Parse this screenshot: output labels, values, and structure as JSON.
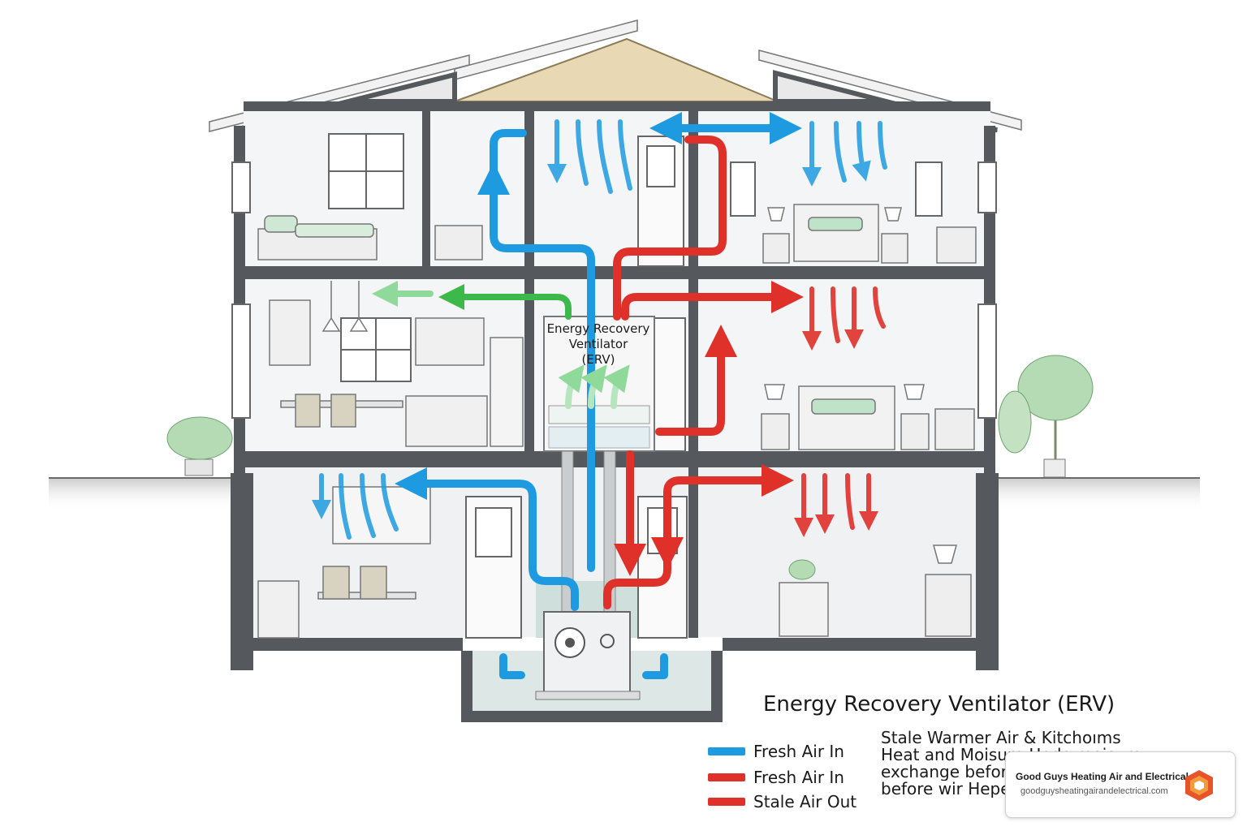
{
  "diagram": {
    "erv_unit_label": [
      "Energy Recovery",
      "Ventilator",
      "(ERV)"
    ]
  },
  "legend": {
    "title": "Energy Recovery Ventilator (ERV)",
    "items": [
      {
        "label": "Fresh Air In",
        "color": "#1e9be0"
      },
      {
        "label": "Fresh Air In",
        "color": "#e0302a"
      },
      {
        "label": "Stale Air Out",
        "color": "#e0302a"
      }
    ],
    "note_lines": [
      "Stale Warmer Air & Kitchoıms",
      "Heat and Moisure Hede moisure",
      "exchange before",
      "before wir Hepep"
    ]
  },
  "brand": {
    "name": "Good Guys Heating Air and Electrical",
    "url": "goodguysheatingairandelectrical.com"
  },
  "colors": {
    "fresh_air": "#1e9be0",
    "warm_air": "#e0302a",
    "recirculate": "#3db84a",
    "wall": "#55585c",
    "roof_attic": "#e8d9b4"
  }
}
